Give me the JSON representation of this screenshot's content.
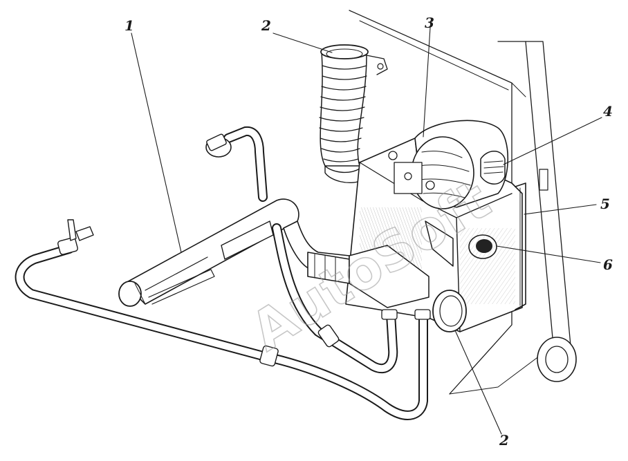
{
  "diagram": {
    "callouts": [
      {
        "id": "c1",
        "label": "1"
      },
      {
        "id": "c2a",
        "label": "2"
      },
      {
        "id": "c3",
        "label": "3"
      },
      {
        "id": "c4",
        "label": "4"
      },
      {
        "id": "c5",
        "label": "5"
      },
      {
        "id": "c6",
        "label": "6"
      },
      {
        "id": "c2b",
        "label": "2"
      }
    ],
    "watermark": "AutoSoft",
    "colors": {
      "ink": "#1a1a1a",
      "paper": "#ffffff",
      "watermark": "#9a9a9a"
    }
  }
}
